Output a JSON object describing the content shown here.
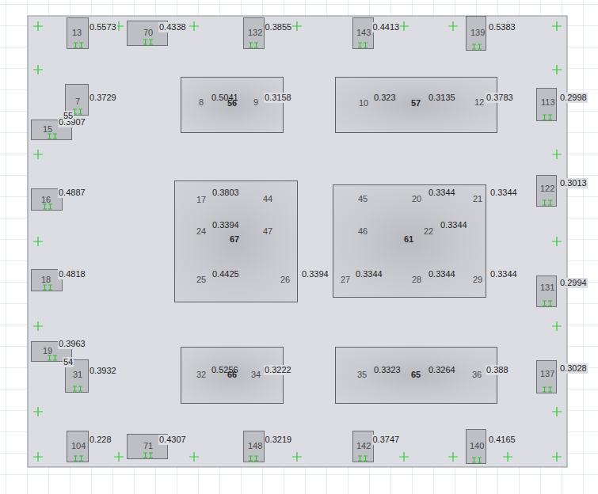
{
  "diagram": {
    "nodes": [
      {
        "text": [
          "13",
          "0.5573"
        ]
      },
      {
        "text": [
          "70",
          "0.4338"
        ]
      },
      {
        "text": [
          "132",
          "0.3855"
        ]
      },
      {
        "text": [
          "143",
          "0.4413"
        ]
      },
      {
        "text": [
          "139",
          "0.5383"
        ]
      },
      {
        "text": [
          "7",
          "0.3729"
        ]
      },
      {
        "text": [
          "15",
          "0.3907"
        ]
      },
      {
        "text": [
          "8",
          "0.5041",
          "56",
          "9",
          "0.3158"
        ]
      },
      {
        "text": [
          "10",
          "0.323",
          "57",
          "0.3135",
          "12",
          "0.3783"
        ]
      },
      {
        "text": [
          "113",
          "0.2998"
        ]
      },
      {
        "text": [
          "16",
          "0.4887"
        ]
      },
      {
        "text": [
          "122",
          "0.3013"
        ]
      },
      {
        "text": [
          "17",
          "0.3803",
          "44",
          "24",
          "0.3394",
          "67",
          "47",
          "25",
          "0.4425",
          "26",
          "0.3394"
        ]
      },
      {
        "text": [
          "45",
          "20",
          "0.3344",
          "21",
          "0.3344",
          "46",
          "22",
          "0.3344",
          "61",
          "27",
          "0.3344",
          "28",
          "0.3344",
          "29",
          "0.3344"
        ]
      },
      {
        "text": [
          "18",
          "0.4818"
        ]
      },
      {
        "text": [
          "131",
          "0.2994"
        ]
      },
      {
        "text": [
          "19",
          "0.3963"
        ]
      },
      {
        "text": [
          "31",
          "0.3932"
        ]
      },
      {
        "text": [
          "32",
          "0.5256",
          "66",
          "34",
          "0.3222"
        ]
      },
      {
        "text": [
          "35",
          "0.3323",
          "65",
          "0.3264",
          "36",
          "0.388"
        ]
      },
      {
        "text": [
          "137",
          "0.3028"
        ]
      },
      {
        "text": [
          "104",
          "0.228"
        ]
      },
      {
        "text": [
          "71",
          "0.4307"
        ]
      },
      {
        "text": [
          "148",
          "0.3219"
        ]
      },
      {
        "text": [
          "142",
          "0.3747"
        ]
      },
      {
        "text": [
          "140",
          "0.4165"
        ]
      }
    ],
    "labels": [
      "55",
      "54"
    ]
  }
}
